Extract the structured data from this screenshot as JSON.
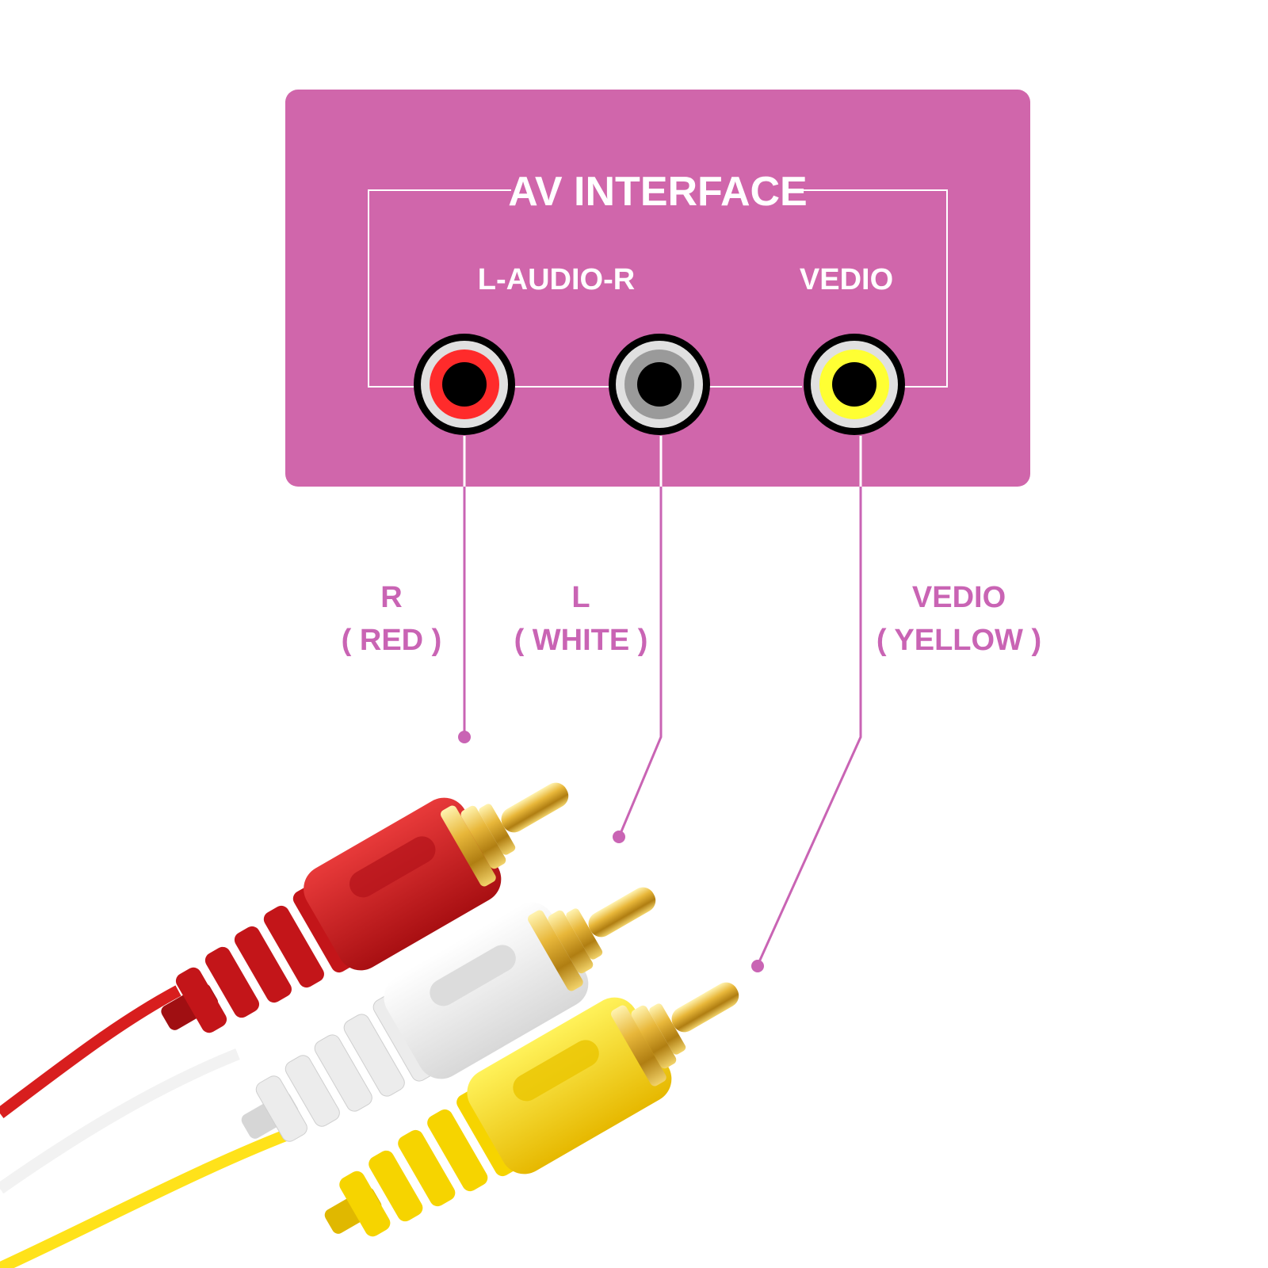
{
  "panel": {
    "title": "AV INTERFACE",
    "audio_label": "L-AUDIO-R",
    "video_label": "VEDIO",
    "color": "#d066ab"
  },
  "jacks": [
    {
      "id": "red",
      "ring_color": "#ff2b2b"
    },
    {
      "id": "white",
      "ring_color": "#9a9a9a"
    },
    {
      "id": "yellow",
      "ring_color": "#ffff33"
    }
  ],
  "callouts": [
    {
      "id": "red",
      "line1": "R",
      "line2": "( RED )"
    },
    {
      "id": "white",
      "line1": "L",
      "line2": "( WHITE )"
    },
    {
      "id": "yellow",
      "line1": "VEDIO",
      "line2": "( YELLOW )"
    }
  ],
  "colors": {
    "accent": "#c964b4",
    "plug_red": "#d81e1e",
    "plug_white": "#f4f4f4",
    "plug_yellow": "#ffe21a",
    "gold": "#e0b12c"
  }
}
